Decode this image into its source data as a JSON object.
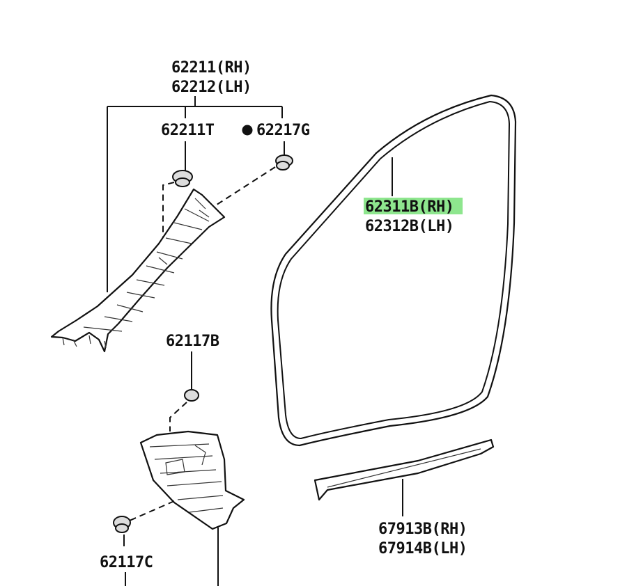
{
  "labels": {
    "pillar_rh": "62211(RH)",
    "pillar_lh": "62212(LH)",
    "clip_t": "62211T",
    "clip_g": "62217G",
    "weatherstrip_rh": "62311B(RH)",
    "weatherstrip_lh": "62312B(LH)",
    "clip_b": "62117B",
    "clip_c": "62117C",
    "scuff_rh": "67913B(RH)",
    "scuff_lh": "67914B(LH)"
  },
  "colors": {
    "highlight": "#8ee68e",
    "line": "#111111"
  }
}
